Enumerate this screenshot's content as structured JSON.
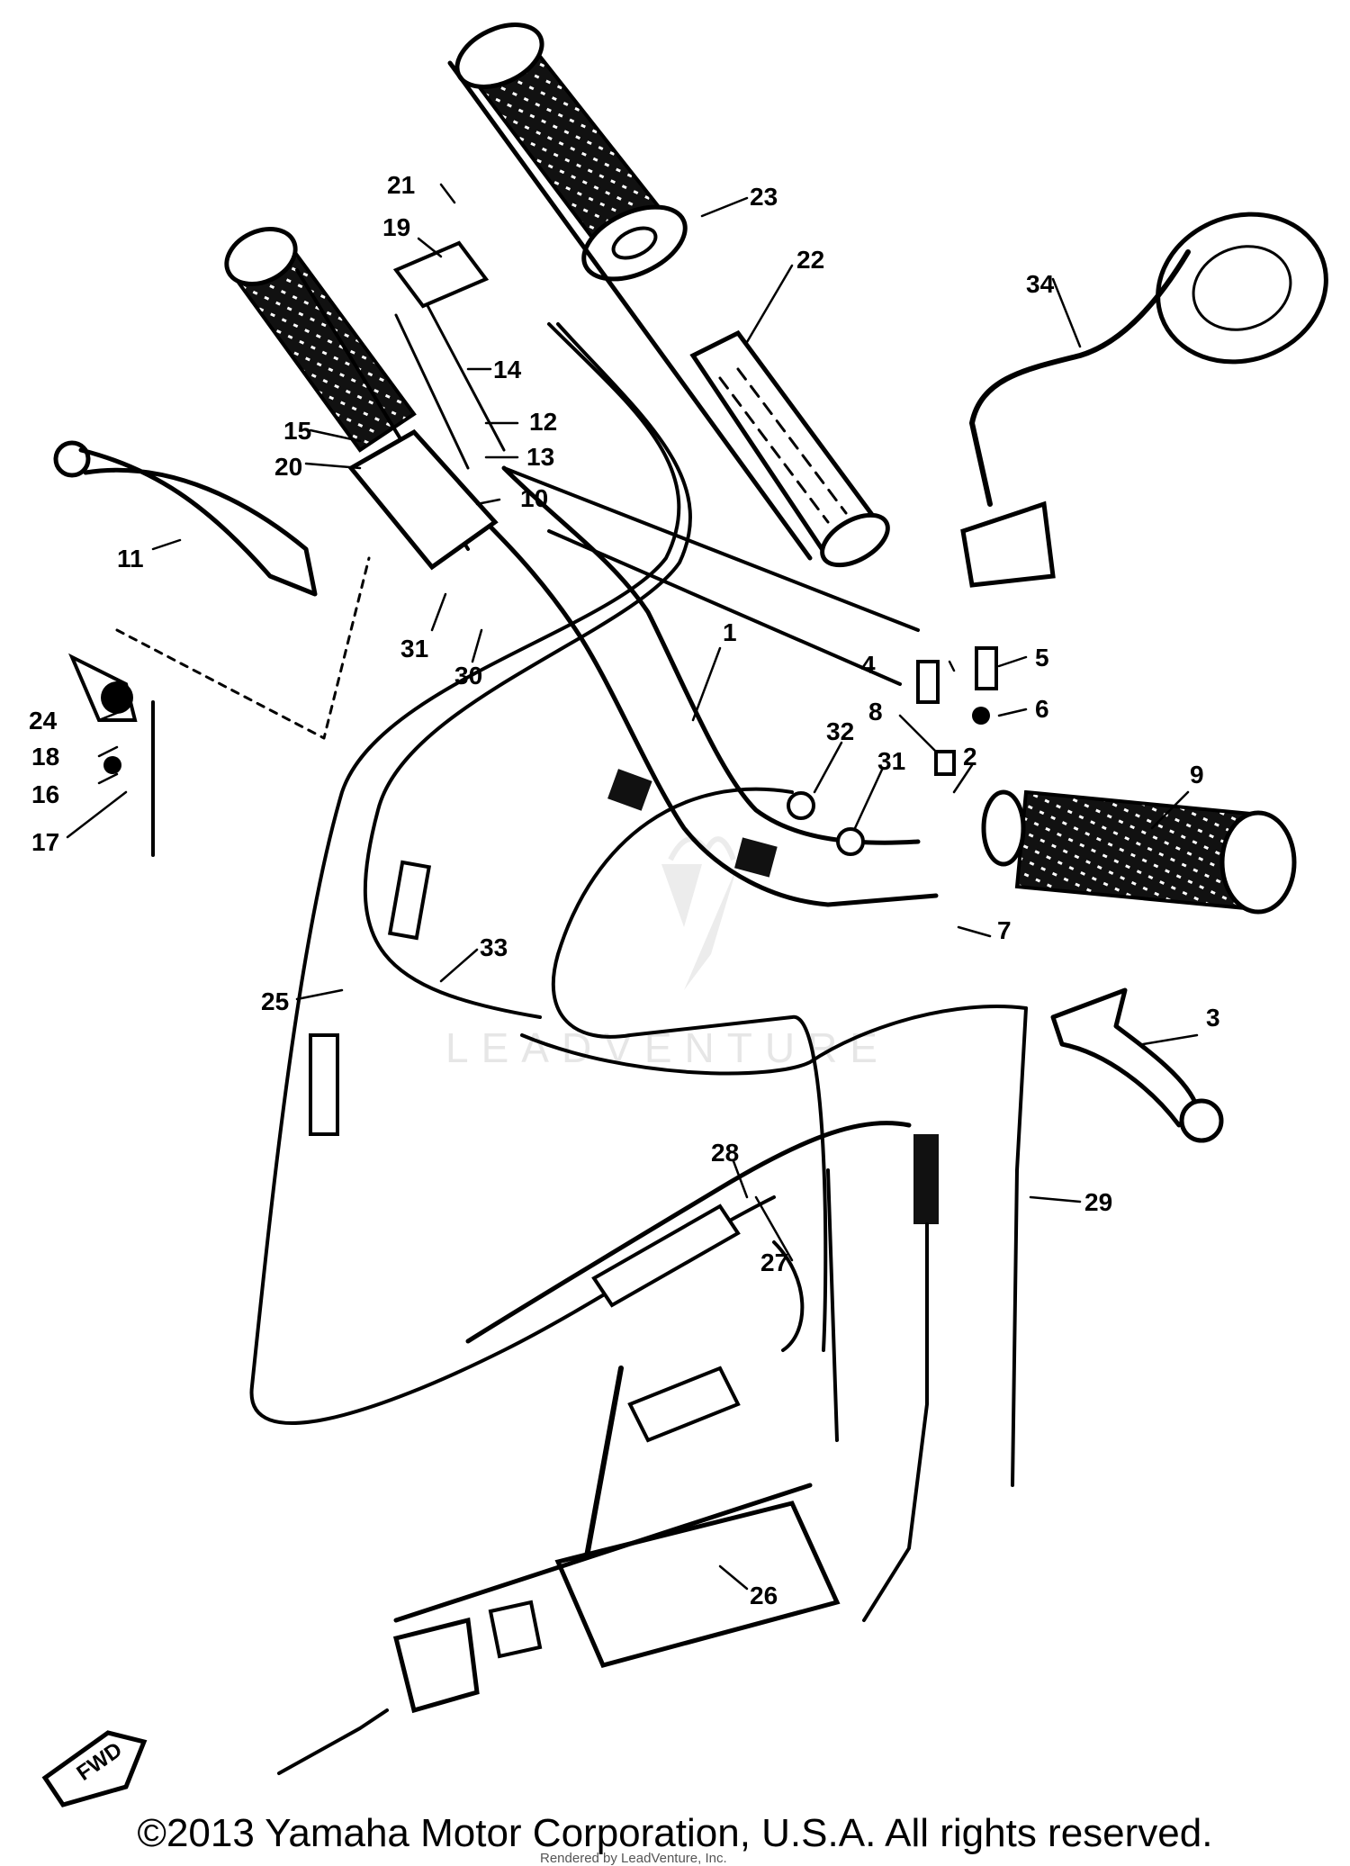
{
  "callouts": [
    "1",
    "2",
    "3",
    "4",
    "5",
    "6",
    "7",
    "8",
    "9",
    "10",
    "11",
    "12",
    "13",
    "14",
    "15",
    "16",
    "17",
    "18",
    "19",
    "20",
    "21",
    "22",
    "23",
    "24",
    "25",
    "26",
    "27",
    "28",
    "29",
    "30",
    "31",
    "31",
    "32",
    "33",
    "34"
  ],
  "watermark": "LEADVENTURE",
  "direction_tag": "FWD",
  "copyright": "©2013 Yamaha Motor Corporation, U.S.A. All rights reserved.",
  "credit": "Rendered by LeadVenture, Inc."
}
